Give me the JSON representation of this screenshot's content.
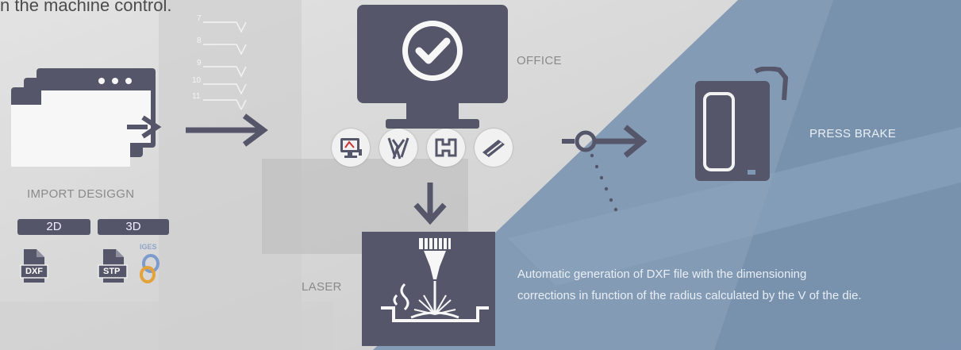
{
  "header": {
    "fragment": "n the machine control."
  },
  "ruler": {
    "ticks": [
      "7",
      "8",
      "9",
      "10",
      "11"
    ]
  },
  "import": {
    "label": "IMPORT DESIGGN",
    "btn_2d": "2D",
    "btn_3d": "3D",
    "file_dxf": "DXF",
    "file_stp": "STP",
    "file_iges": "IGES"
  },
  "office": {
    "label": "OFFICE"
  },
  "press": {
    "label": "PRESS BRAKE"
  },
  "laser": {
    "label": "LASER"
  },
  "description": {
    "line1": "Automatic generation of DXF file with the dimensioning",
    "line2": "corrections in function of the radius calculated by the V of the die."
  },
  "colors": {
    "icon": "#55566a",
    "accent_bg": "#7f98b4",
    "light_text": "#e8eef5"
  }
}
